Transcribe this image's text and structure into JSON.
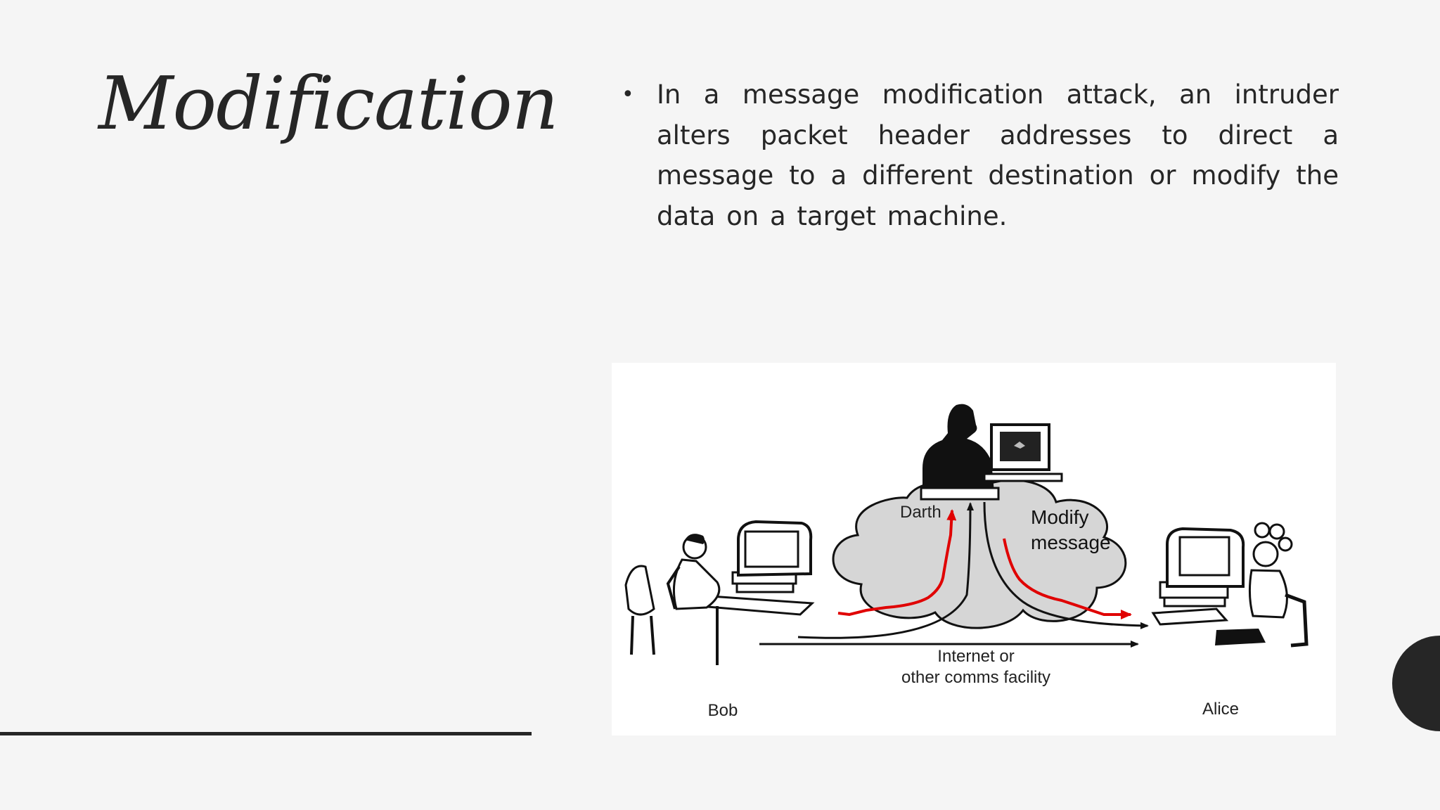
{
  "title": "Modification",
  "bullets": [
    "In a message modification attack, an intruder alters packet header addresses to direct a message to a different destination or modify the data on a target machine."
  ],
  "figure": {
    "labels": {
      "darth": "Darth",
      "bob": "Bob",
      "alice": "Alice",
      "cloud_line1": "Internet or",
      "cloud_line2": "other comms facility",
      "modify_line1": "Modify",
      "modify_line2": "message"
    },
    "attack_path_color": "#e00000"
  },
  "theme": {
    "background": "#f5f5f5",
    "text": "#262626",
    "accent": "#262626"
  }
}
